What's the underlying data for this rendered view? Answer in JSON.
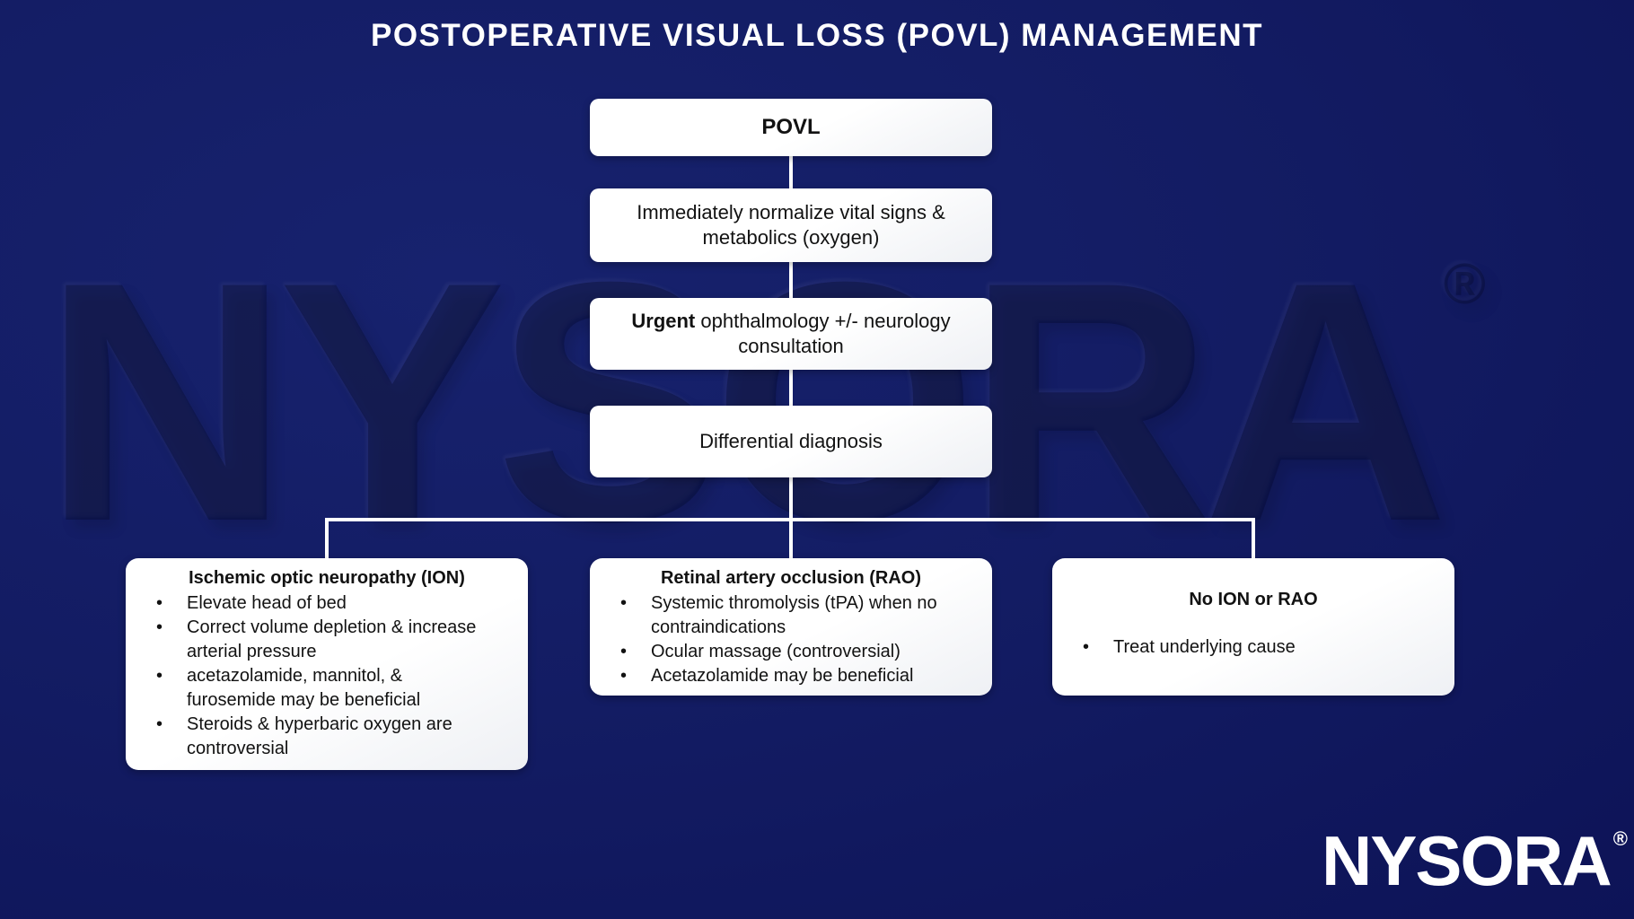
{
  "title": "POSTOPERATIVE VISUAL LOSS (POVL) MANAGEMENT",
  "chain": [
    {
      "label": "POVL"
    },
    {
      "label": "Immediately normalize vital signs &\nmetabolics (oxygen)"
    },
    {
      "bold": "Urgent",
      "rest": " ophthalmology +/- neurology\nconsultation"
    },
    {
      "label": "Differential diagnosis"
    }
  ],
  "branches": [
    {
      "title": "Ischemic optic neuropathy (ION)",
      "bullets": [
        "Elevate head of bed",
        "Correct volume depletion & increase\narterial pressure",
        "acetazolamide, mannitol, &\nfurosemide may be beneficial",
        "Steroids & hyperbaric oxygen are\ncontroversial"
      ]
    },
    {
      "title": "Retinal artery occlusion (RAO)",
      "bullets": [
        "Systemic thromolysis (tPA) when no\ncontraindications",
        "Ocular massage (controversial)",
        "Acetazolamide may be beneficial"
      ]
    },
    {
      "title": "No ION or RAO",
      "bullets": [
        "Treat underlying cause"
      ]
    }
  ],
  "bullet_char": "•",
  "watermark": {
    "text": "NYSORA",
    "reg": "®"
  },
  "logo": {
    "text": "NYSORA",
    "reg": "®"
  },
  "colors": {
    "background": "#131c63",
    "box": "#ffffff",
    "box_text": "#121212",
    "connector": "#ffffff",
    "title_text": "#ffffff",
    "logo_text": "#ffffff"
  }
}
